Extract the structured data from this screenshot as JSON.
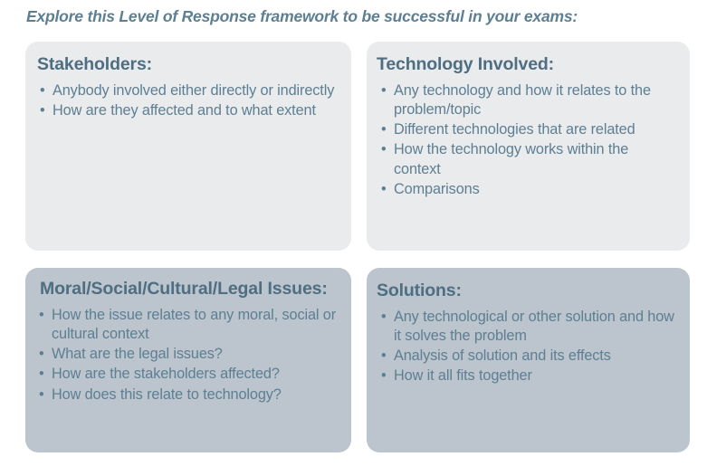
{
  "header": {
    "text": "Explore this Level of Response framework to be successful in your exams:"
  },
  "colors": {
    "heading_text": "#4e6e82",
    "body_text": "#5d7f92",
    "card_light_bg": "#eaebed",
    "card_dark_bg": "#bcc4cd",
    "page_bg": "#ffffff"
  },
  "bullet_glyph": "•",
  "cards": [
    {
      "id": "stakeholders",
      "title": "Stakeholders:",
      "tone": "light",
      "items": [
        "Anybody involved either directly or indirectly",
        "How are they affected and to what extent"
      ]
    },
    {
      "id": "technology-involved",
      "title": "Technology Involved:",
      "tone": "light",
      "items": [
        "Any technology and how it relates to the problem/topic",
        "Different technologies that are related",
        "How the technology works within the context",
        "Comparisons"
      ]
    },
    {
      "id": "moral-social-cultural-legal-issues",
      "title": "Moral/Social/Cultural/Legal Issues:",
      "tone": "dark",
      "items": [
        "How the issue relates to any moral, social or cultural context",
        "What are the legal issues?",
        "How are the stakeholders affected?",
        "How does this relate to technology?"
      ]
    },
    {
      "id": "solutions",
      "title": "Solutions:",
      "tone": "dark",
      "items": [
        "Any technological or other solution and how it solves the problem",
        "Analysis of solution and its effects",
        "How it all fits together"
      ]
    }
  ]
}
